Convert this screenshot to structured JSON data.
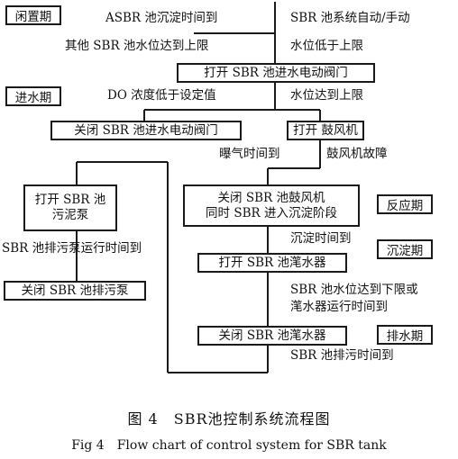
{
  "phases": {
    "idle": "闲置期",
    "inflow": "进水期",
    "reaction": "反应期",
    "settling": "沉淀期",
    "decant": "排水期"
  },
  "conditions": {
    "asbr_settle_done": "ASBR 池沉淀时间到",
    "sbr_auto_manual": "SBR 池系统自动/手动",
    "other_sbr_level_upper": "其他 SBR 池水位达到上限",
    "level_below_upper": "水位低于上限",
    "do_below_setpoint": "DO 浓度低于设定值",
    "level_reached_upper": "水位达到上限",
    "aeration_time_reached": "曝气时间到",
    "blower_fault": "鼓风机故障",
    "sludge_pump_time_reached": "SBR 池排污泵运行时间到",
    "settling_time_reached": "沉淀时间到",
    "level_lower_or_decanter_time_1": "SBR 池水位达到下限或",
    "level_lower_or_decanter_time_2": "滗水器运行时间到",
    "sbr_discharge_time_reached": "SBR 池排污时间到"
  },
  "boxes": {
    "open_inlet_valve": "打开 SBR 池进水电动阀门",
    "close_inlet_valve": "关闭 SBR 池进水电动阀门",
    "open_blower": "打开 鼓风机",
    "close_blower_line1": "关闭 SBR 池鼓风机",
    "close_blower_line2": "同时 SBR 进入沉淀阶段",
    "open_decanter": "打开 SBR 池滗水器",
    "close_decanter": "关闭 SBR 池滗水器",
    "open_sludge_pump_line1": "打开 SBR 池",
    "open_sludge_pump_line2": "污泥泵",
    "close_sludge_pump": "关闭 SBR 池排污泵"
  },
  "caption": {
    "chinese": "图 4　SBR池控制系统流程图",
    "english": "Fig 4　Flow chart of control system for SBR tank"
  }
}
